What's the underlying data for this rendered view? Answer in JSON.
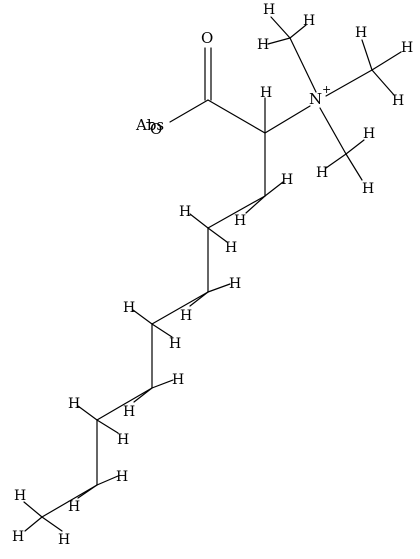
{
  "molecule": {
    "labels": {
      "oxygen_carbonyl": "O",
      "oxygen_anion": "O",
      "anion_charge": "−",
      "abs_tag": "Abs",
      "nitrogen": "N",
      "nitrogen_charge": "+",
      "hydrogen": "H"
    }
  }
}
